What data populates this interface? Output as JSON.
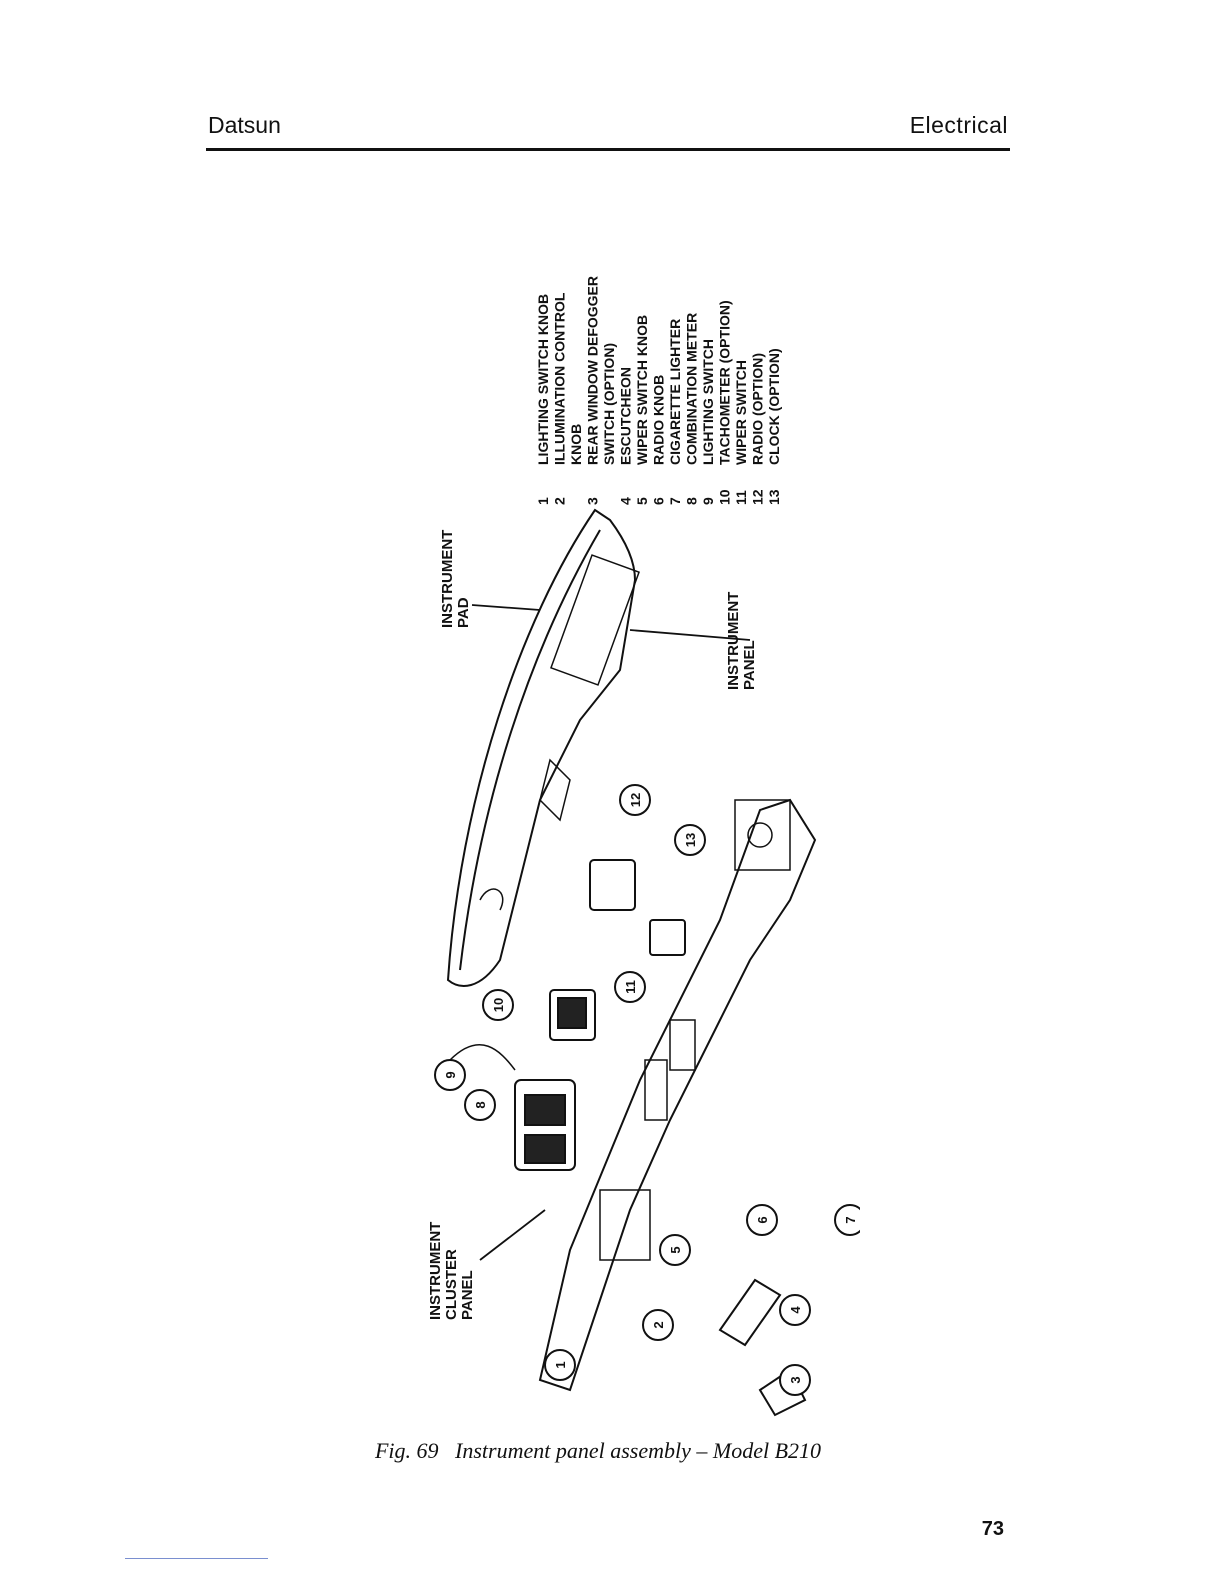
{
  "header": {
    "left": "Datsun",
    "right": "Electrical"
  },
  "figure": {
    "callouts": {
      "pad": [
        "INSTRUMENT",
        "PAD"
      ],
      "panel": [
        "INSTRUMENT",
        "PANEL"
      ],
      "cluster": [
        "INSTRUMENT",
        "CLUSTER",
        "PANEL"
      ]
    },
    "legend": [
      {
        "num": "1",
        "lines": [
          "LIGHTING SWITCH KNOB"
        ]
      },
      {
        "num": "2",
        "lines": [
          "ILLUMINATION CONTROL",
          "KNOB"
        ]
      },
      {
        "num": "3",
        "lines": [
          "REAR WINDOW DEFOGGER",
          "SWITCH (OPTION)"
        ]
      },
      {
        "num": "4",
        "lines": [
          "ESCUTCHEON"
        ]
      },
      {
        "num": "5",
        "lines": [
          "WIPER SWITCH KNOB"
        ]
      },
      {
        "num": "6",
        "lines": [
          "RADIO KNOB"
        ]
      },
      {
        "num": "7",
        "lines": [
          "CIGARETTE LIGHTER"
        ]
      },
      {
        "num": "8",
        "lines": [
          "COMBINATION METER"
        ]
      },
      {
        "num": "9",
        "lines": [
          "LIGHTING SWITCH"
        ]
      },
      {
        "num": "10",
        "lines": [
          "TACHOMETER (OPTION)"
        ]
      },
      {
        "num": "11",
        "lines": [
          "WIPER SWITCH"
        ]
      },
      {
        "num": "12",
        "lines": [
          "RADIO (OPTION)"
        ]
      },
      {
        "num": "13",
        "lines": [
          "CLOCK (OPTION)"
        ]
      }
    ]
  },
  "caption": {
    "label": "Fig. 69",
    "text": "Instrument panel assembly – Model B210"
  },
  "page_number": "73"
}
